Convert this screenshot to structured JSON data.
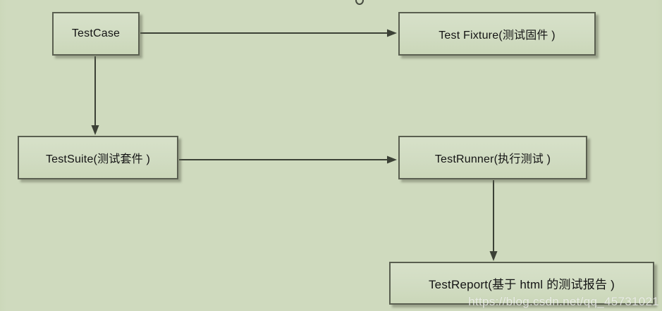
{
  "page": {
    "background_color": "#cfdabe",
    "cropped_title_glyph": "partial descender of a letter from a cut-off heading"
  },
  "diagram": {
    "type": "flowchart",
    "box_fill_color": "#d1dcc2",
    "box_border_color": "#5a5f50",
    "arrow_color": "#3c4136",
    "text_color": "#141414",
    "nodes": [
      {
        "id": "testcase",
        "label": "TestCase"
      },
      {
        "id": "testfixture",
        "label": "Test Fixture(测试固件 )"
      },
      {
        "id": "testsuite",
        "label": "TestSuite(测试套件 )"
      },
      {
        "id": "testrunner",
        "label": "TestRunner(执行测试 )"
      },
      {
        "id": "testreport",
        "label": "TestReport(基于 html 的测试报告 )"
      }
    ],
    "edges": [
      {
        "from": "testcase",
        "to": "testfixture",
        "direction": "right"
      },
      {
        "from": "testcase",
        "to": "testsuite",
        "direction": "down"
      },
      {
        "from": "testsuite",
        "to": "testrunner",
        "direction": "right"
      },
      {
        "from": "testrunner",
        "to": "testreport",
        "direction": "down"
      }
    ]
  },
  "watermark": {
    "text": "https://blog.csdn.net/qq_45731021"
  }
}
